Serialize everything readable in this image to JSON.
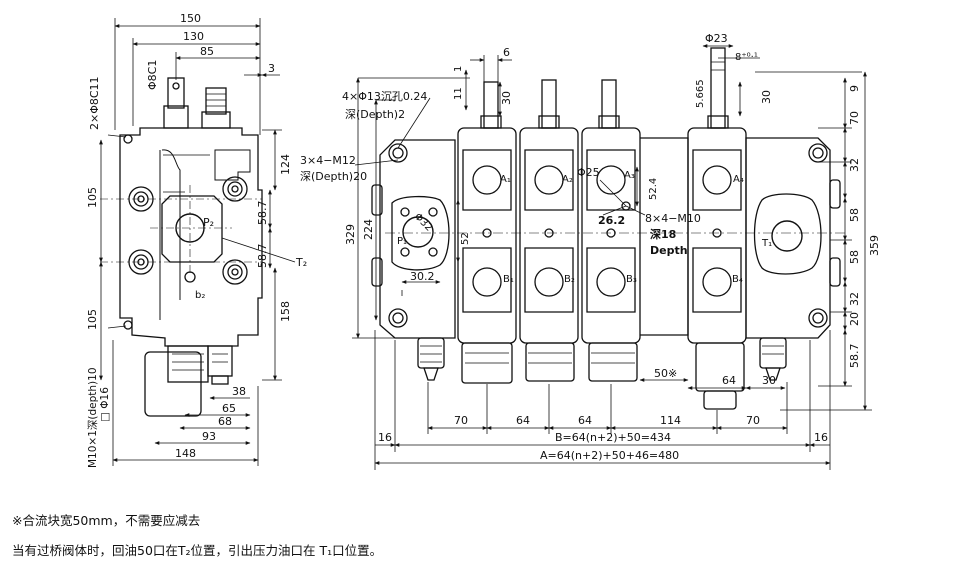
{
  "side_view": {
    "dims": {
      "d150": "150",
      "d130": "130",
      "d85": "85",
      "d3": "3",
      "phi8c1": "Φ8C1",
      "two_phi8c11": "2×Φ8C11",
      "d105a": "105",
      "d105b": "105",
      "d124": "124",
      "d58_7a": "58.7",
      "d58_7b": "58.7",
      "d158": "158",
      "t2": "T₂",
      "p2": "P₂",
      "b2": "b₂",
      "m10": "M10×1深(depth)10",
      "phi16": "□ Φ16",
      "d38": "38",
      "d65": "65",
      "d68": "68",
      "d93": "93",
      "d148": "148"
    }
  },
  "front_view": {
    "callouts": {
      "holes": "4×Φ13沉孔0.24",
      "holes_depth": "深(Depth)2",
      "m12": "3×4−M12",
      "m12_depth": "深(Depth)20",
      "m10": "8×4−M10",
      "m10_depth": "深18",
      "m10_depth_en": "Depth",
      "phi25": "Φ25",
      "phi32": "Φ32",
      "phi23": "Φ23",
      "fit": "8⁺⁰·¹",
      "d26_2": "26.2",
      "d52_4": "52.4"
    },
    "top_dims": {
      "d6": "6",
      "d11": "11",
      "d1": "1",
      "d30a": "30",
      "d5": "5.665",
      "d30b": "30",
      "d9": "9"
    },
    "left_dims": {
      "d329": "329",
      "d224": "224",
      "d52": "52"
    },
    "right_dims": {
      "d70": "70",
      "d32a": "32",
      "d58a": "58",
      "d58b": "58",
      "d32b": "32",
      "d20": "20",
      "d58_7": "58.7",
      "d359": "359"
    },
    "ports": {
      "a1": "A₁",
      "a2": "A₂",
      "a3": "A₃",
      "a4": "A₄",
      "b1": "B₁",
      "b2": "B₂",
      "b3": "B₃",
      "b4": "B₄",
      "p1": "P₁",
      "t1": "T₁"
    },
    "bottom_dims": {
      "d30_2": "30.2",
      "d50x": "50※",
      "d64a": "64",
      "d30": "30",
      "d70a": "70",
      "d64b": "64",
      "d64c": "64",
      "d114": "114",
      "d70b": "70",
      "d16a": "16",
      "d16b": "16",
      "b_formula": "B=64(n+2)+50=434",
      "a_formula": "A=64(n+2)+50+46=480"
    }
  },
  "notes": {
    "line1": "※合流块宽50mm，不需要应减去",
    "line2": "当有过桥阀体时，回油50口在T₂位置，引出压力油口在 T₁口位置。"
  }
}
